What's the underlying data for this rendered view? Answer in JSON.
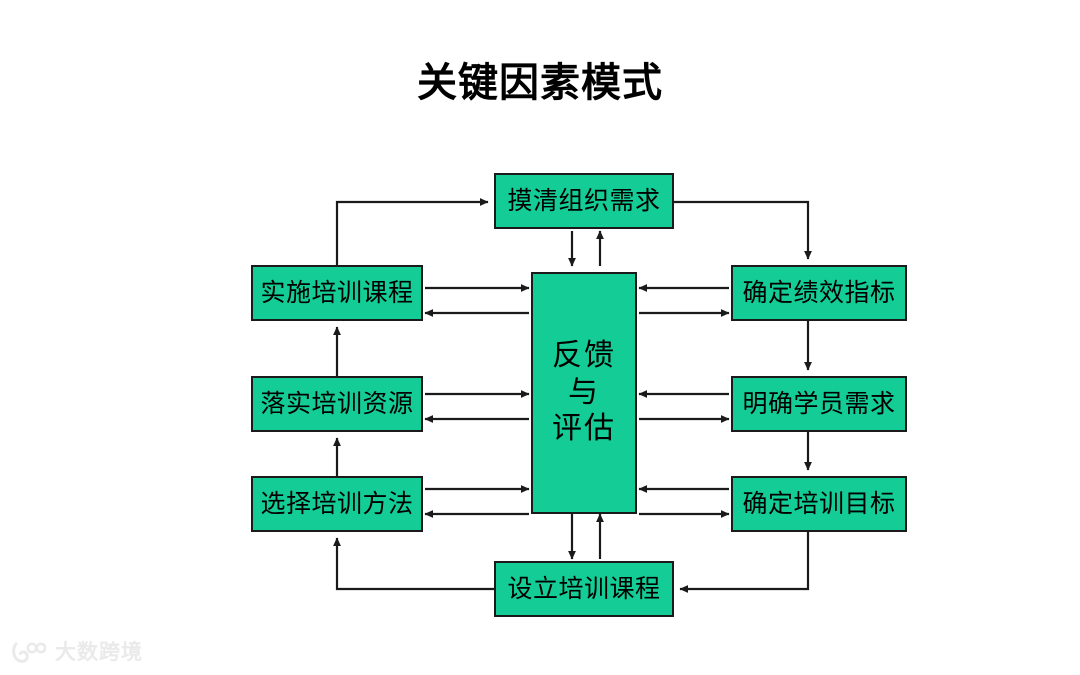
{
  "page": {
    "title": "关键因素模式",
    "background": "#ffffff",
    "box_fill": "#14CC95",
    "box_stroke": "#1a1a1a",
    "text_color": "#000000",
    "wire_color": "#1a1a1a"
  },
  "diagram": {
    "type": "cycle-flowchart",
    "center": {
      "id": "feedback-evaluation",
      "lines": [
        "反馈",
        "与",
        "评估"
      ],
      "full_text": "反馈与评估"
    },
    "top": {
      "id": "organization-needs",
      "label": "摸清组织需求"
    },
    "bottom": {
      "id": "establish-course",
      "label": "设立培训课程"
    },
    "left": [
      {
        "id": "implement-course",
        "label": "实施培训课程"
      },
      {
        "id": "secure-resources",
        "label": "落实培训资源"
      },
      {
        "id": "choose-method",
        "label": "选择培训方法"
      }
    ],
    "right": [
      {
        "id": "performance-index",
        "label": "确定绩效指标"
      },
      {
        "id": "trainee-needs",
        "label": "明确学员需求"
      },
      {
        "id": "training-goal",
        "label": "确定培训目标"
      }
    ],
    "connections": [
      {
        "from": "implement-course",
        "to": "organization-needs",
        "style": "elbow",
        "arrow": "single"
      },
      {
        "from": "organization-needs",
        "to": "performance-index",
        "style": "elbow",
        "arrow": "single"
      },
      {
        "from": "performance-index",
        "to": "trainee-needs",
        "style": "straight-vertical",
        "arrow": "single"
      },
      {
        "from": "trainee-needs",
        "to": "training-goal",
        "style": "straight-vertical",
        "arrow": "single"
      },
      {
        "from": "training-goal",
        "to": "establish-course",
        "style": "elbow",
        "arrow": "single"
      },
      {
        "from": "establish-course",
        "to": "choose-method",
        "style": "elbow",
        "arrow": "single"
      },
      {
        "from": "choose-method",
        "to": "secure-resources",
        "style": "straight-vertical",
        "arrow": "single"
      },
      {
        "from": "secure-resources",
        "to": "implement-course",
        "style": "straight-vertical",
        "arrow": "single"
      },
      {
        "from": "organization-needs",
        "to": "feedback-evaluation",
        "style": "straight-vertical",
        "arrow": "double"
      },
      {
        "from": "establish-course",
        "to": "feedback-evaluation",
        "style": "straight-vertical",
        "arrow": "double"
      },
      {
        "from": "implement-course",
        "to": "feedback-evaluation",
        "style": "straight-horizontal",
        "arrow": "double"
      },
      {
        "from": "secure-resources",
        "to": "feedback-evaluation",
        "style": "straight-horizontal",
        "arrow": "double"
      },
      {
        "from": "choose-method",
        "to": "feedback-evaluation",
        "style": "straight-horizontal",
        "arrow": "double"
      },
      {
        "from": "performance-index",
        "to": "feedback-evaluation",
        "style": "straight-horizontal",
        "arrow": "double"
      },
      {
        "from": "trainee-needs",
        "to": "feedback-evaluation",
        "style": "straight-horizontal",
        "arrow": "double"
      },
      {
        "from": "training-goal",
        "to": "feedback-evaluation",
        "style": "straight-horizontal",
        "arrow": "double"
      }
    ]
  },
  "watermark": {
    "text": "大数跨境",
    "mark": "logo-100-icon",
    "color": "#e9e9e9"
  }
}
